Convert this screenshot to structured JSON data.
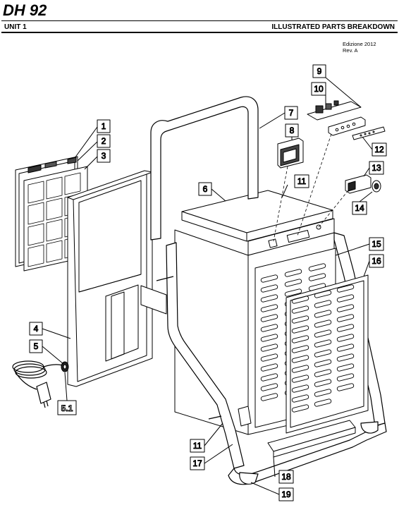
{
  "header": {
    "model": "DH 92",
    "unit": "UNIT 1",
    "section": "ILLUSTRATED PARTS BREAKDOWN",
    "edition": "Edizione 2012",
    "revision": "Rev. A"
  },
  "callouts": [
    "1",
    "2",
    "3",
    "4",
    "5",
    "5.1",
    "6",
    "7",
    "8",
    "9",
    "10",
    "11",
    "12",
    "13",
    "14",
    "15",
    "16",
    "17",
    "18",
    "19"
  ]
}
